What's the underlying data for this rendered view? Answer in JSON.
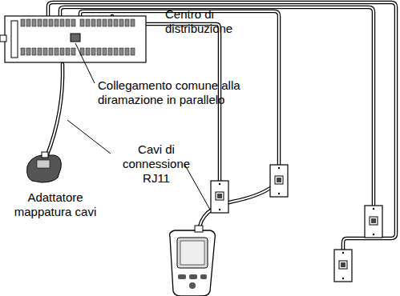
{
  "diagram": {
    "labels": [
      "Centro di distribuzione",
      "Collegamento comune alla diramazione in parallelo",
      "Cavi di connessione RJ11",
      "Adattatore mappatura cavi"
    ]
  }
}
